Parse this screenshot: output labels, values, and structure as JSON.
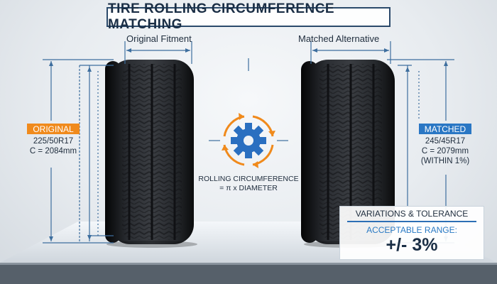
{
  "title": "TIRE ROLLING CIRCUMFERENCE MATCHING",
  "left": {
    "header": "Original Fitment",
    "badge": "ORIGINAL",
    "size": "225/50R17",
    "circumference": "C = 2084mm"
  },
  "right": {
    "header": "Matched Alternative",
    "badge": "MATCHED",
    "size": "245/45R17",
    "circumference": "C = 2079mm",
    "note": "(WITHIN 1%)"
  },
  "center": {
    "formula_line1": "ROLLING CIRCUMFERENCE",
    "formula_line2": "= π x DIAMETER",
    "icon": "gear-with-cycle-arrows-icon"
  },
  "tolerance": {
    "title": "VARIATIONS & TOLERANCE",
    "subtitle": "ACCEPTABLE RANGE:",
    "value": "+/- 3%"
  },
  "colors": {
    "title_border": "#2b4a6b",
    "original_badge": "#f08a1c",
    "matched_badge": "#2a77c4",
    "dimension_lines": "#3d6e9e",
    "gear": "#2a6fc0",
    "arrows": "#f08a1c"
  }
}
